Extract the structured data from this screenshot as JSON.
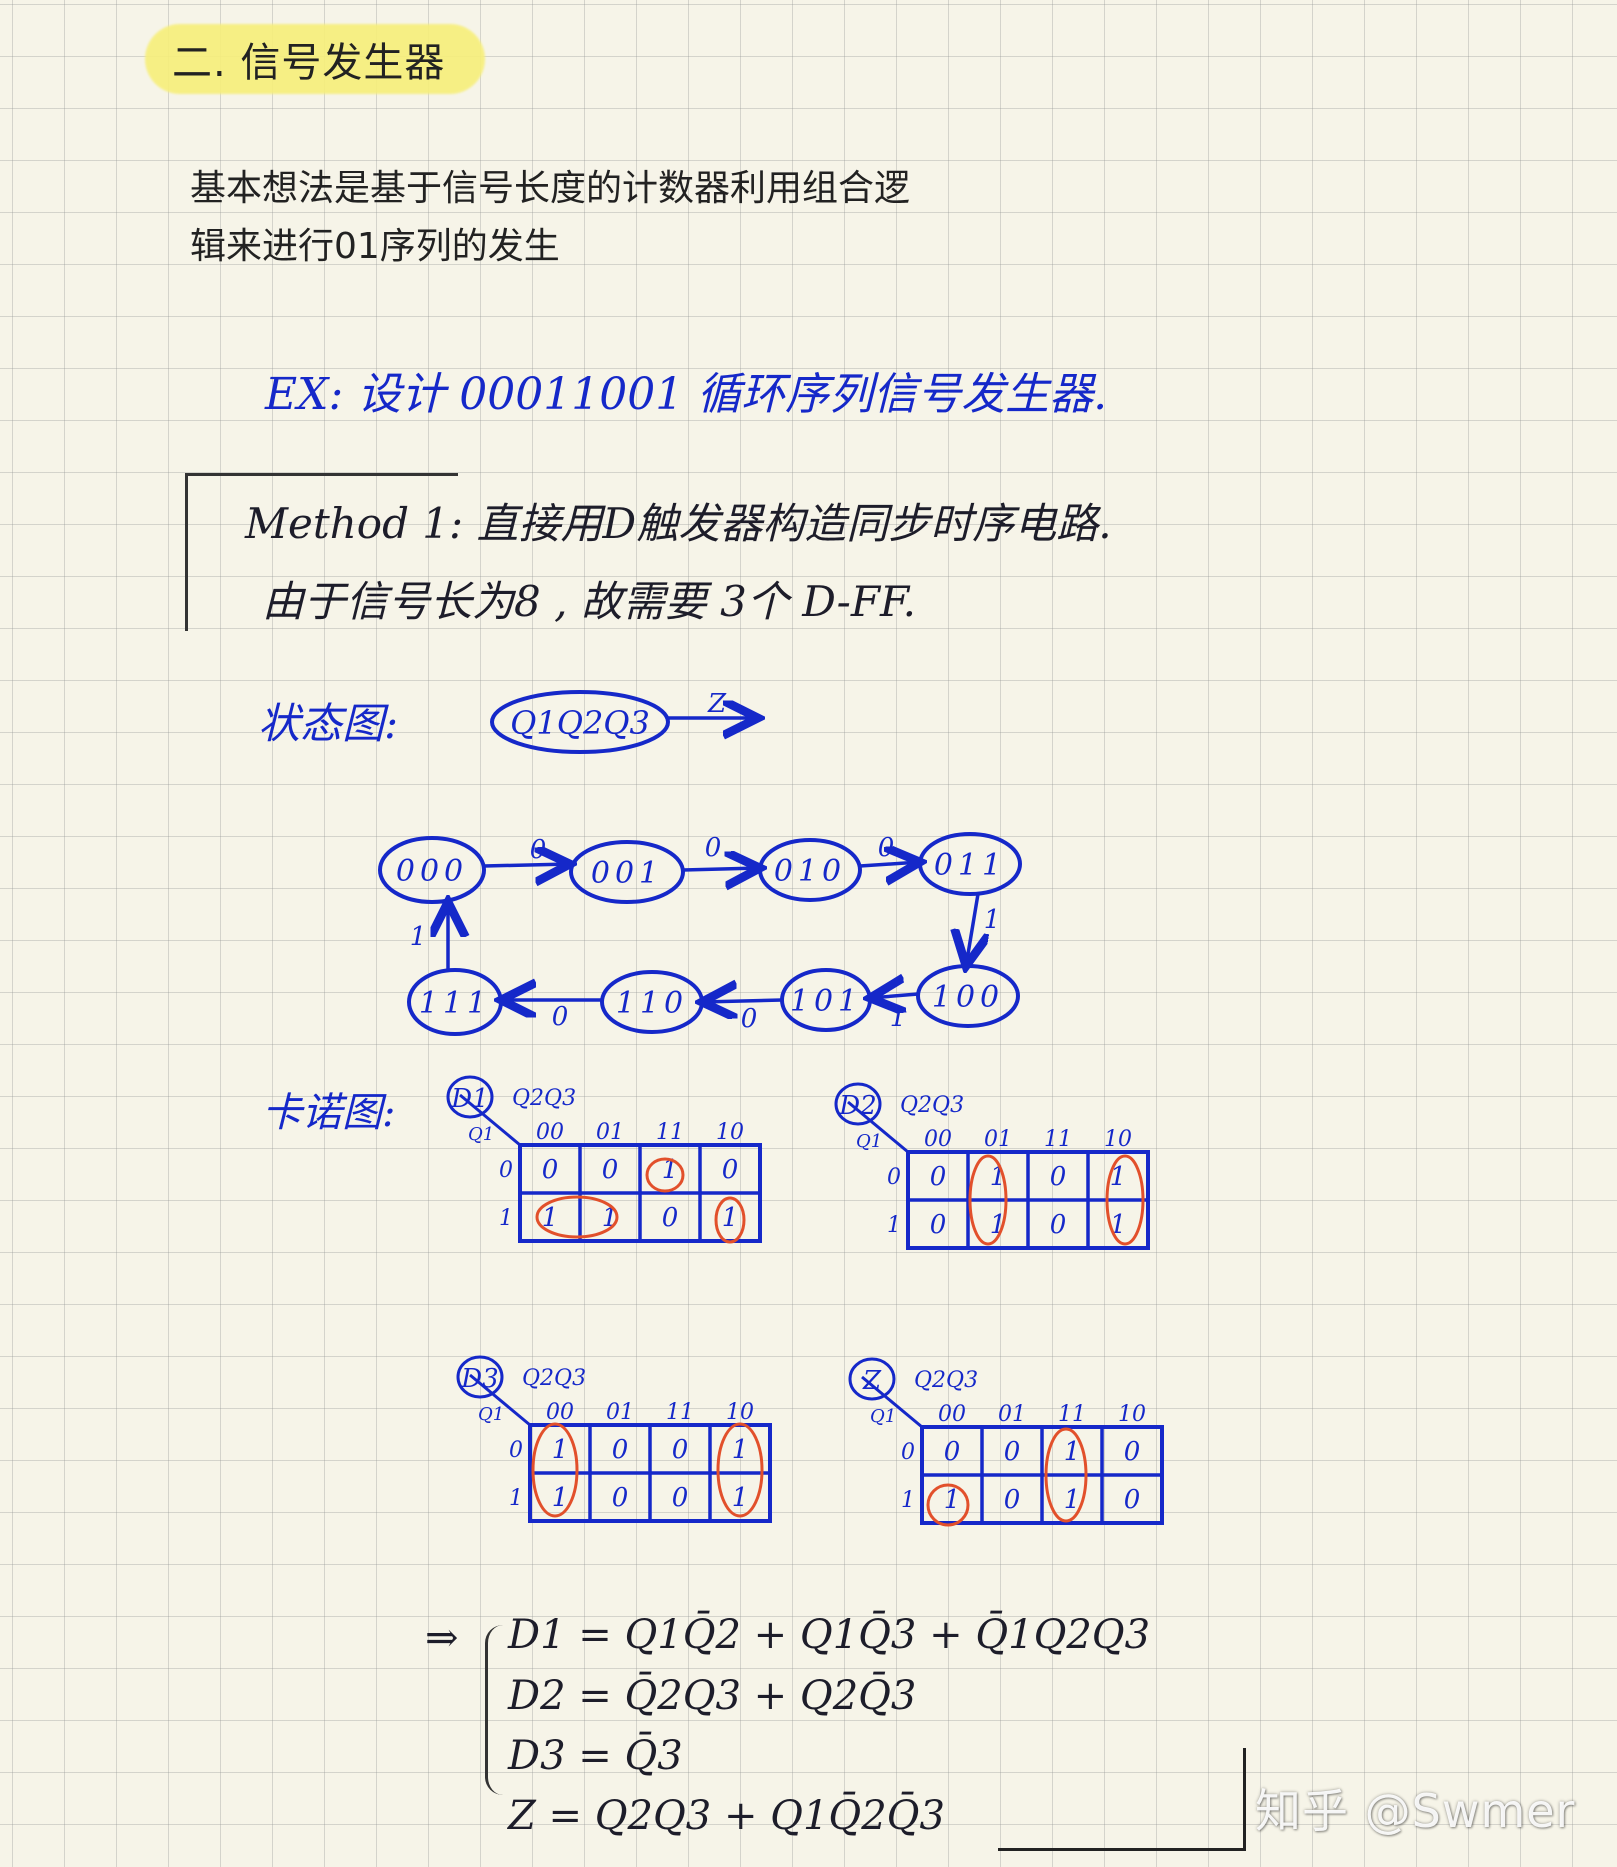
{
  "heading": "二. 信号发生器",
  "intro": {
    "line1": "基本想法是基于信号长度的计数器利用组合逻",
    "line2": "辑来进行01序列的发生"
  },
  "example": "EX: 设计 00011001 循环序列信号发生器.",
  "method": {
    "line1": "Method 1: 直接用D触发器构造同步时序电路.",
    "line2": "由于信号长为8 , 故需要 3个 D-FF."
  },
  "state_diagram": {
    "label": "状态图:",
    "legend_state": "Q1Q2Q3",
    "legend_output": "Z",
    "states": [
      "000",
      "001",
      "010",
      "011",
      "100",
      "101",
      "110",
      "111"
    ],
    "transitions": [
      {
        "from": "000",
        "to": "001",
        "output": "0"
      },
      {
        "from": "001",
        "to": "010",
        "output": "0"
      },
      {
        "from": "010",
        "to": "011",
        "output": "0"
      },
      {
        "from": "011",
        "to": "100",
        "output": "1"
      },
      {
        "from": "100",
        "to": "101",
        "output": "1"
      },
      {
        "from": "101",
        "to": "110",
        "output": "0"
      },
      {
        "from": "110",
        "to": "111",
        "output": "0"
      },
      {
        "from": "111",
        "to": "000",
        "output": "1"
      }
    ]
  },
  "kmap_label": "卡诺图:",
  "kmaps": [
    {
      "name": "D1",
      "row_var": "Q1",
      "col_var": "Q2Q3",
      "cols": [
        "00",
        "01",
        "11",
        "10"
      ],
      "rows": [
        "0",
        "1"
      ],
      "cells": [
        [
          "0",
          "0",
          "1",
          "0"
        ],
        [
          "1",
          "1",
          "0",
          "1"
        ]
      ]
    },
    {
      "name": "D2",
      "row_var": "Q1",
      "col_var": "Q2Q3",
      "cols": [
        "00",
        "01",
        "11",
        "10"
      ],
      "rows": [
        "0",
        "1"
      ],
      "cells": [
        [
          "0",
          "1",
          "0",
          "1"
        ],
        [
          "0",
          "1",
          "0",
          "1"
        ]
      ]
    },
    {
      "name": "D3",
      "row_var": "Q1",
      "col_var": "Q2Q3",
      "cols": [
        "00",
        "01",
        "11",
        "10"
      ],
      "rows": [
        "0",
        "1"
      ],
      "cells": [
        [
          "1",
          "0",
          "0",
          "1"
        ],
        [
          "1",
          "0",
          "0",
          "1"
        ]
      ]
    },
    {
      "name": "Z",
      "row_var": "Q1",
      "col_var": "Q2Q3",
      "cols": [
        "00",
        "01",
        "11",
        "10"
      ],
      "rows": [
        "0",
        "1"
      ],
      "cells": [
        [
          "0",
          "0",
          "1",
          "0"
        ],
        [
          "1",
          "0",
          "1",
          "0"
        ]
      ]
    }
  ],
  "equations": {
    "arrow": "⇒",
    "d1": "D1 = Q1Q̄2 + Q1Q̄3 + Q̄1Q2Q3",
    "d2": "D2 = Q̄2Q3 + Q2Q̄3",
    "d3": "D3 = Q̄3",
    "z": "Z = Q2Q3 + Q1Q̄2Q̄3"
  },
  "watermark": "知乎 @Swmer",
  "colors": {
    "ink_blue": "#1528c9",
    "ink_dark": "#1d1d2a",
    "ink_red": "#e2502b",
    "highlight": "#f7ef7a"
  }
}
